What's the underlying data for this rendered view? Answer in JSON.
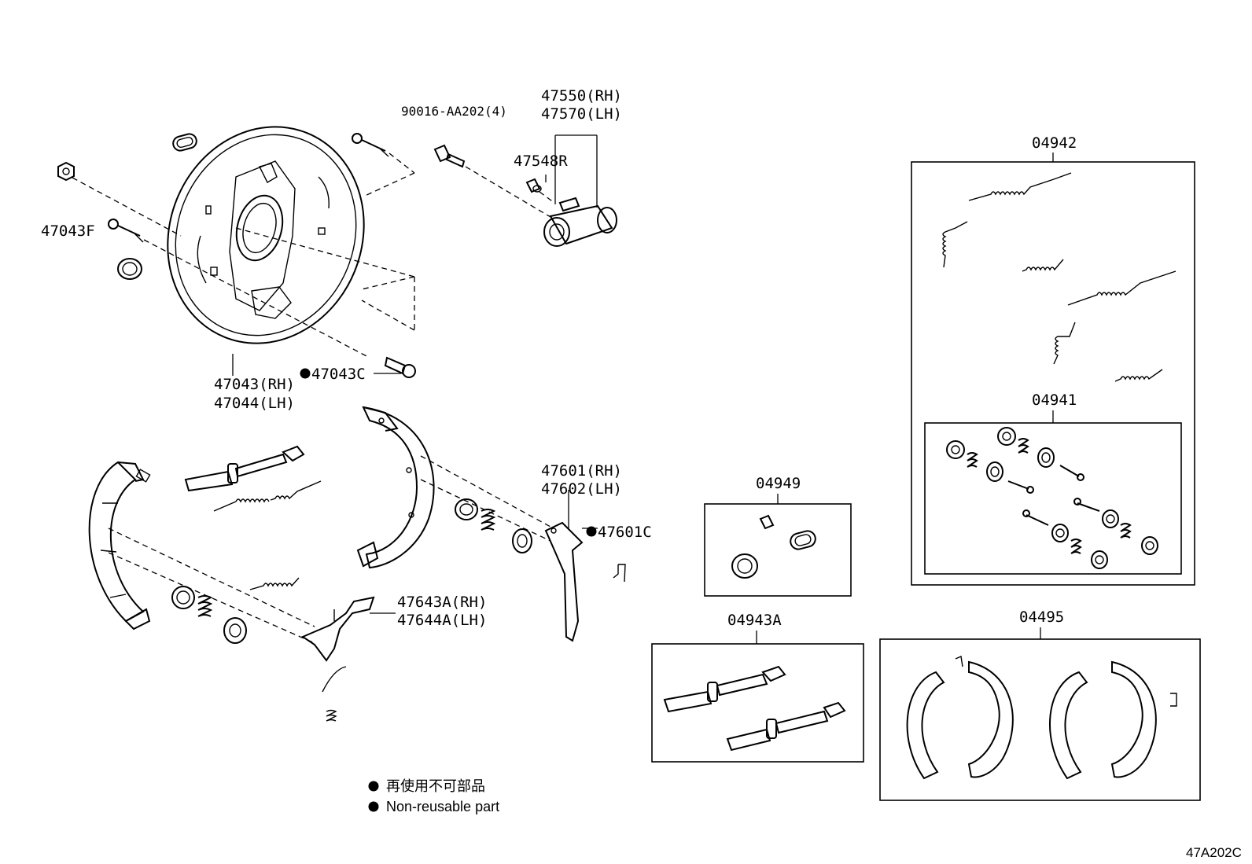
{
  "labels": {
    "p90016": "90016-AA202(4)",
    "p47550": "47550(RH)",
    "p47570": "47570(LH)",
    "p47548R": "47548R",
    "p47043F": "47043F",
    "p47043": "47043(RH)",
    "p47044": "47044(LH)",
    "p47043C": "47043C",
    "p04942": "04942",
    "p04941": "04941",
    "p04949": "04949",
    "p47601": "47601(RH)",
    "p47602": "47602(LH)",
    "p47601C": "47601C",
    "p47643A": "47643A(RH)",
    "p47644A": "47644A(LH)",
    "p04943A": "04943A",
    "p04495": "04495"
  },
  "legend": {
    "jp": "再使用不可部品",
    "en": "Non-reusable part"
  },
  "reference_code": "47A202C"
}
